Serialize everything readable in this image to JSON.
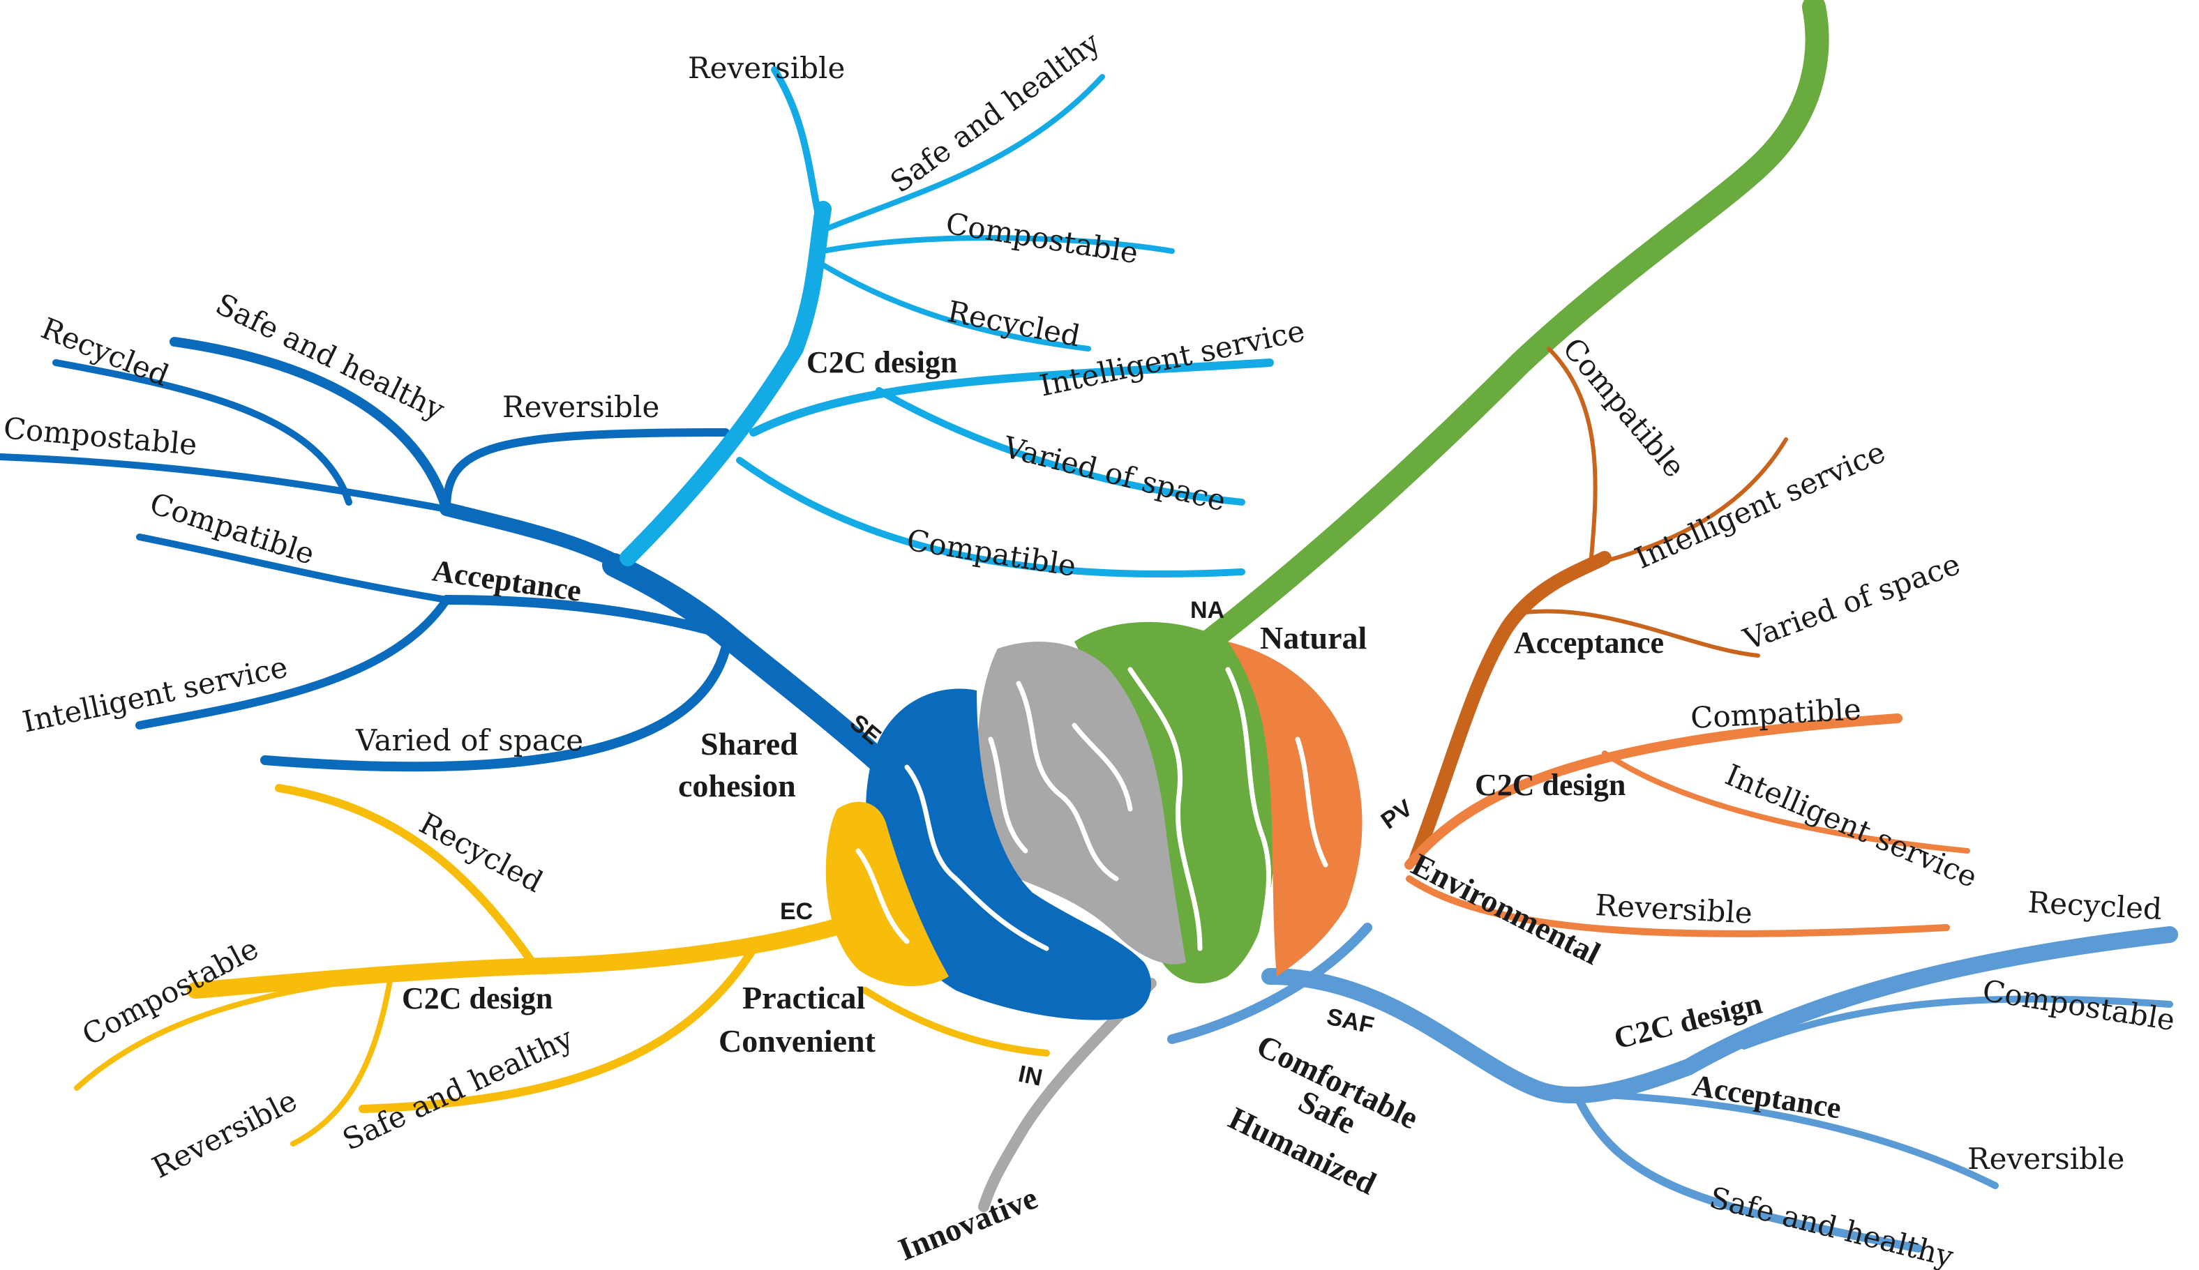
{
  "colors": {
    "shared_cohesion": "#0a6bbd",
    "c2c_upper": "#14aae6",
    "natural": "#6aab3f",
    "environmental": "#c9641c",
    "environmental_light": "#ee8040",
    "economic": "#f7bd0a",
    "safety": "#5b9bd5",
    "innovative": "#a8a8a8",
    "brain_lobe_line": "#ffffff"
  },
  "center": {
    "codes": {
      "se": "SE",
      "na": "NA",
      "pv": "PV",
      "ec": "EC",
      "in": "IN",
      "saf": "SAF"
    },
    "dimensions": {
      "natural": "Natural",
      "shared_line1": "Shared",
      "shared_line2": "cohesion",
      "environmental": "Environmental",
      "practical_line1": "Practical",
      "practical_line2": "Convenient",
      "innovative": "Innovative",
      "saf_line1": "Comfortable",
      "saf_line2": "Safe",
      "saf_line3": "Humanized"
    }
  },
  "branches": {
    "upper_c2c": {
      "title": "C2C design",
      "items": [
        "Reversible",
        "Safe and  healthy",
        "Compostable",
        "Recycled",
        "Intelligent service",
        "Varied of space",
        "Compatible"
      ]
    },
    "left_acceptance": {
      "title": "Acceptance",
      "items": [
        "Safe and  healthy",
        "Recycled",
        "Reversible",
        "Compostable",
        "Compatible",
        "Intelligent service",
        "Varied of space"
      ]
    },
    "right_acceptance": {
      "title": "Acceptance",
      "items": [
        "Compatible",
        "Intelligent service",
        "Varied of space"
      ]
    },
    "right_c2c": {
      "title": "C2C design",
      "items": [
        "Compatible",
        "Intelligent service",
        "Reversible"
      ]
    },
    "left_c2c": {
      "title": "C2C design",
      "items": [
        "Recycled",
        "Compostable",
        "Reversible",
        "Safe and  healthy"
      ]
    },
    "bottom_right": {
      "c2c_title": "C2C design",
      "acceptance_title": "Acceptance",
      "items": [
        "Recycled",
        "Compostable",
        "Reversible",
        "Safe and  healthy"
      ]
    }
  }
}
